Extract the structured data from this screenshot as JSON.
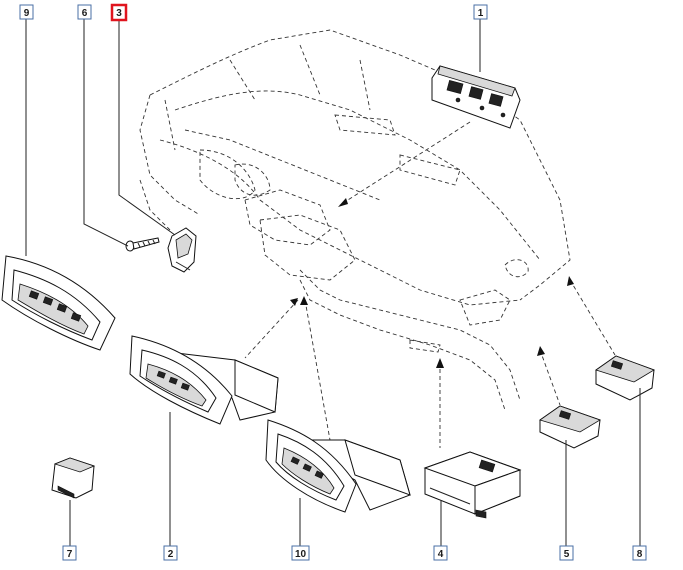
{
  "diagram": {
    "active_color": "#e0141e",
    "box_color": "#4a6fa5",
    "callouts": [
      {
        "id": "1",
        "label": "1"
      },
      {
        "id": "2",
        "label": "2"
      },
      {
        "id": "3",
        "label": "3",
        "active": true
      },
      {
        "id": "4",
        "label": "4"
      },
      {
        "id": "5",
        "label": "5"
      },
      {
        "id": "6",
        "label": "6"
      },
      {
        "id": "7",
        "label": "7"
      },
      {
        "id": "8",
        "label": "8"
      },
      {
        "id": "9",
        "label": "9"
      },
      {
        "id": "10",
        "label": "10"
      }
    ]
  }
}
